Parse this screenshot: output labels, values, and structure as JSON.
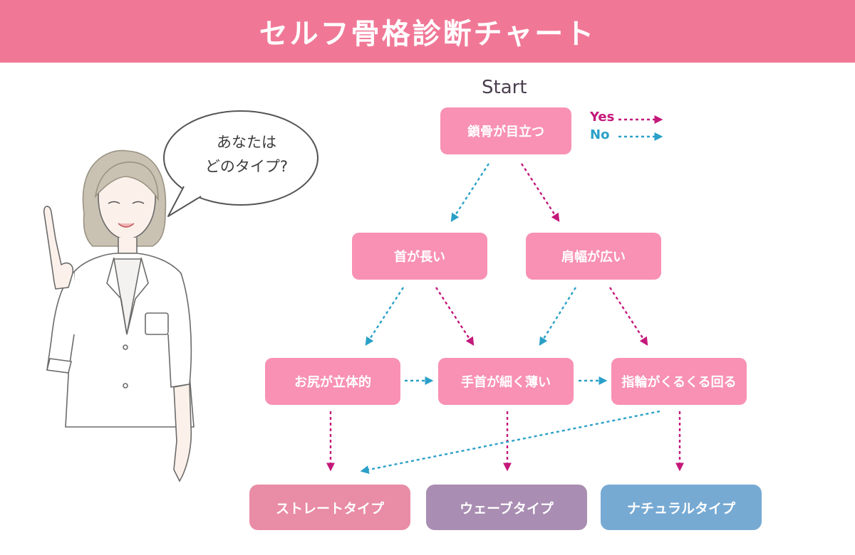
{
  "header": {
    "title": "セルフ骨格診断チャート"
  },
  "start_label": "Start",
  "legend": {
    "yes": "Yes",
    "no": "No"
  },
  "bubble": {
    "line1": "あなたは",
    "line2": "どのタイプ?"
  },
  "nodes": {
    "q1": "鎖骨が目立つ",
    "q2": "首が長い",
    "q3": "肩幅が広い",
    "q4": "お尻が立体的",
    "q5": "手首が細く薄い",
    "q6": "指輪がくるくる回る"
  },
  "results": {
    "straight": "ストレートタイプ",
    "wave": "ウェーブタイプ",
    "natural": "ナチュラルタイプ"
  },
  "colors": {
    "header": "#f07896",
    "node": "#f891b4",
    "yes_arrow": "#c4187a",
    "no_arrow": "#2aa0c8",
    "straight": "#e98ca6",
    "wave": "#a98db2",
    "natural": "#77aad3"
  }
}
